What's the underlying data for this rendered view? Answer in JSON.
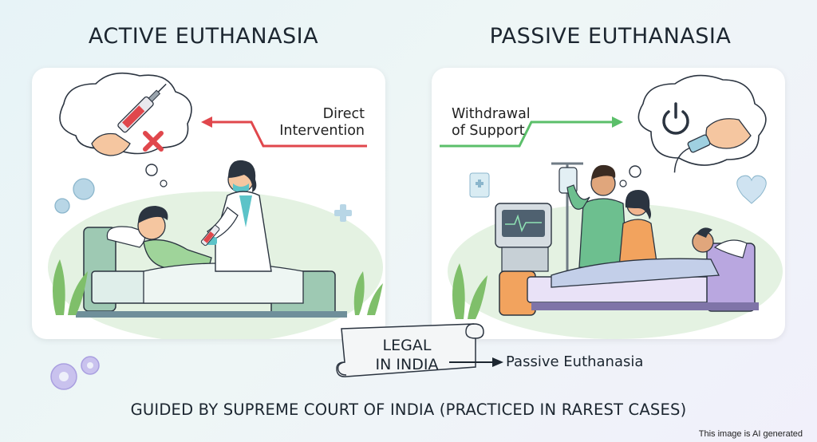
{
  "left": {
    "heading": "ACTIVE EUTHANASIA",
    "callout_line1": "Direct",
    "callout_line2": "Intervention"
  },
  "right": {
    "heading": "PASSIVE EUTHANASIA",
    "callout_line1": "Withdrawal",
    "callout_line2": "of Support"
  },
  "legal": {
    "scroll_line1": "LEGAL",
    "scroll_line2": "IN INDIA",
    "result": "Passive Euthanasia"
  },
  "footer": "GUIDED BY SUPREME COURT OF INDIA (PRACTICED IN RAREST CASES)",
  "ai_note": "This image is AI generated",
  "colors": {
    "red_arrow": "#e0474c",
    "green_arrow": "#5bbf6a",
    "bed_green": "#9ec9b3",
    "bed_orange": "#f2a35e",
    "bed_purple": "#b9a7e0"
  }
}
